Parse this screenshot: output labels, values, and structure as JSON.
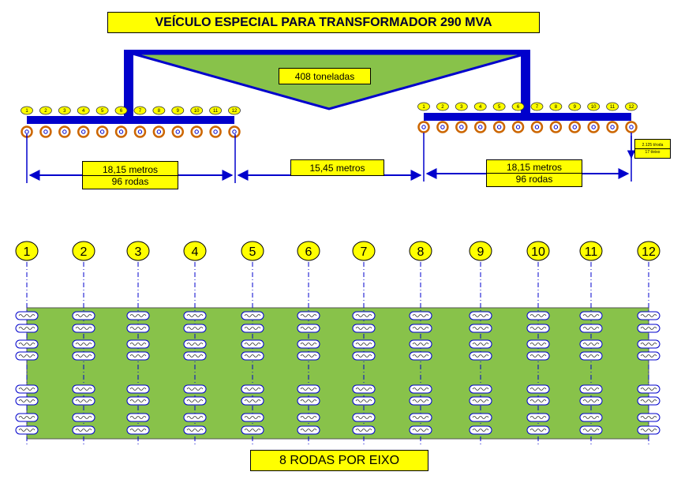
{
  "title": "VEÍCULO ESPECIAL PARA TRANSFORMADOR 290 MVA",
  "load_label": "408 toneladas",
  "left_module": {
    "length": "18,15 metros",
    "wheels": "96 rodas"
  },
  "gap": {
    "length": "15,45 metros"
  },
  "right_module": {
    "length": "18,15 metros",
    "wheels": "96 rodas"
  },
  "side_note": {
    "line1": "2.125 t/roda",
    "line2": "17 t/eixo"
  },
  "axle_numbers": [
    "1",
    "2",
    "3",
    "4",
    "5",
    "6",
    "7",
    "8",
    "9",
    "10",
    "11",
    "12"
  ],
  "footer": "8 RODAS POR EIXO",
  "colors": {
    "label_fill": "#ffff00",
    "line_blue": "#0000cc",
    "bed_green": "#88c24a",
    "wheel_orange": "#cc6600"
  }
}
